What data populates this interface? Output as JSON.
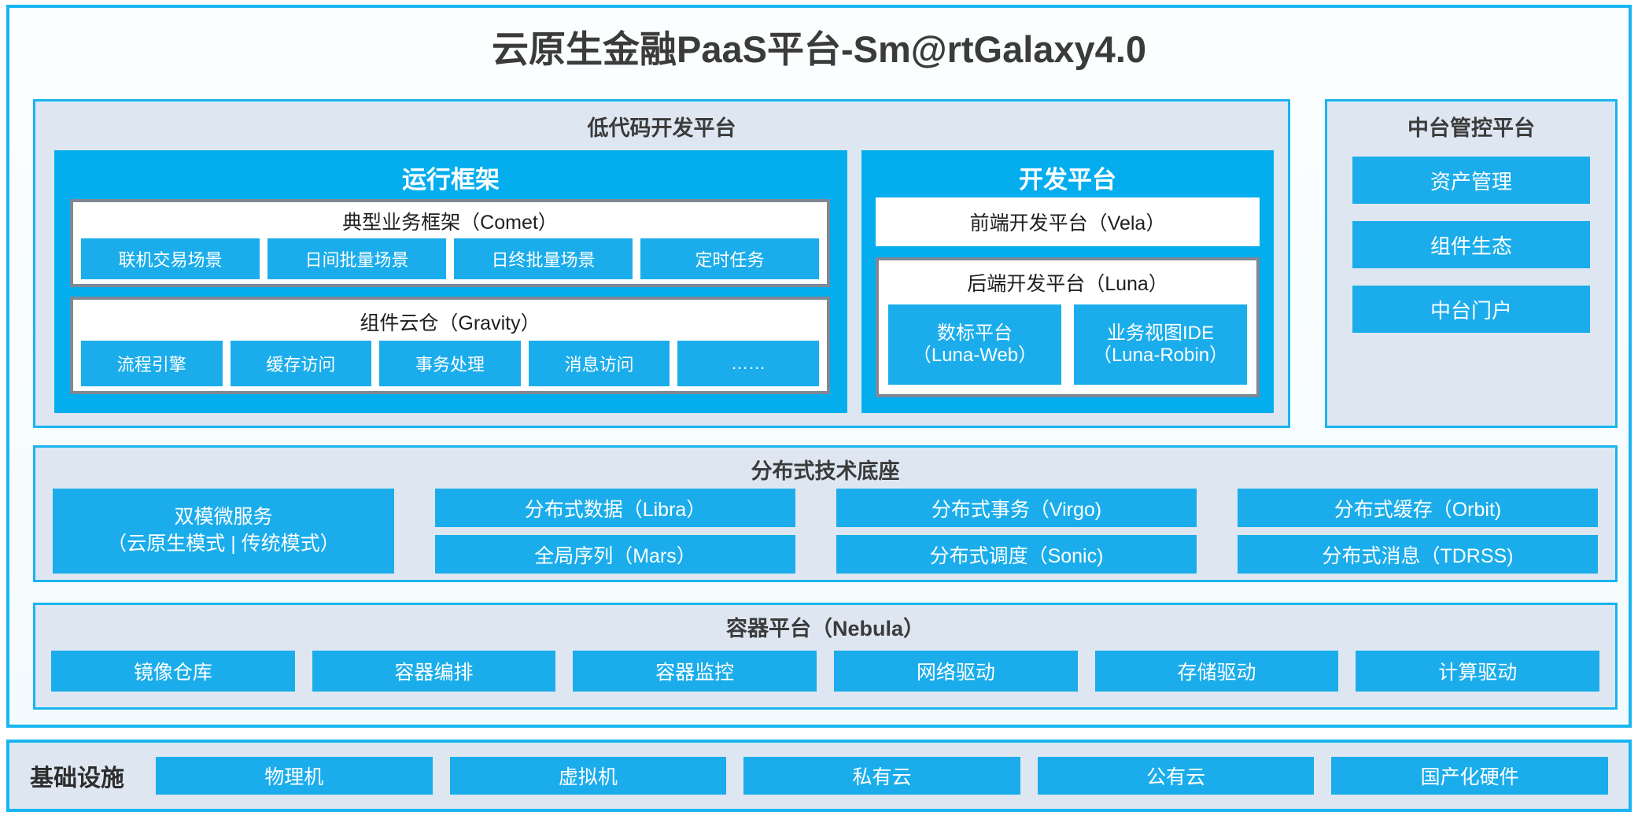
{
  "title": "云原生金融PaaS平台-Sm@rtGalaxy4.0",
  "colors": {
    "accent_blue": "#04aeee",
    "tile_blue": "#1badeb",
    "panel_bg": "#dee7f1",
    "panel_border": "#19b5f0",
    "group_border": "#7f8894",
    "text_dark": "#3b3b3b",
    "text_light": "#ffffff"
  },
  "lowcode": {
    "title": "低代码开发平台",
    "runtime": {
      "title": "运行框架",
      "comet": {
        "title": "典型业务框架（Comet）",
        "items": [
          "联机交易场景",
          "日间批量场景",
          "日终批量场景",
          "定时任务"
        ]
      },
      "gravity": {
        "title": "组件云仓（Gravity）",
        "items": [
          "流程引擎",
          "缓存访问",
          "事务处理",
          "消息访问",
          "……"
        ]
      }
    },
    "dev": {
      "title": "开发平台",
      "vela": {
        "title": "前端开发平台（Vela）"
      },
      "luna": {
        "title": "后端开发平台（Luna）",
        "items": [
          {
            "name": "数标平台",
            "code": "（Luna-Web）"
          },
          {
            "name": "业务视图IDE",
            "code": "（Luna-Robin）"
          }
        ]
      }
    }
  },
  "midend": {
    "title": "中台管控平台",
    "items": [
      "资产管理",
      "组件生态",
      "中台门户"
    ]
  },
  "distributed": {
    "title": "分布式技术底座",
    "columns": [
      {
        "wide": true,
        "tiles": [
          {
            "line1": "双模微服务",
            "line2": "（云原生模式 | 传统模式）"
          }
        ]
      },
      {
        "wide": false,
        "tiles": [
          {
            "line1": "分布式数据（Libra）"
          },
          {
            "line1": "全局序列（Mars）"
          }
        ]
      },
      {
        "wide": false,
        "tiles": [
          {
            "line1": "分布式事务（Virgo)"
          },
          {
            "line1": "分布式调度（Sonic)"
          }
        ]
      },
      {
        "wide": false,
        "tiles": [
          {
            "line1": "分布式缓存（Orbit)"
          },
          {
            "line1": "分布式消息（TDRSS)"
          }
        ]
      }
    ]
  },
  "container": {
    "title": "容器平台（Nebula）",
    "items": [
      "镜像仓库",
      "容器编排",
      "容器监控",
      "网络驱动",
      "存储驱动",
      "计算驱动"
    ]
  },
  "infrastructure": {
    "label": "基础设施",
    "items": [
      "物理机",
      "虚拟机",
      "私有云",
      "公有云",
      "国产化硬件"
    ]
  }
}
